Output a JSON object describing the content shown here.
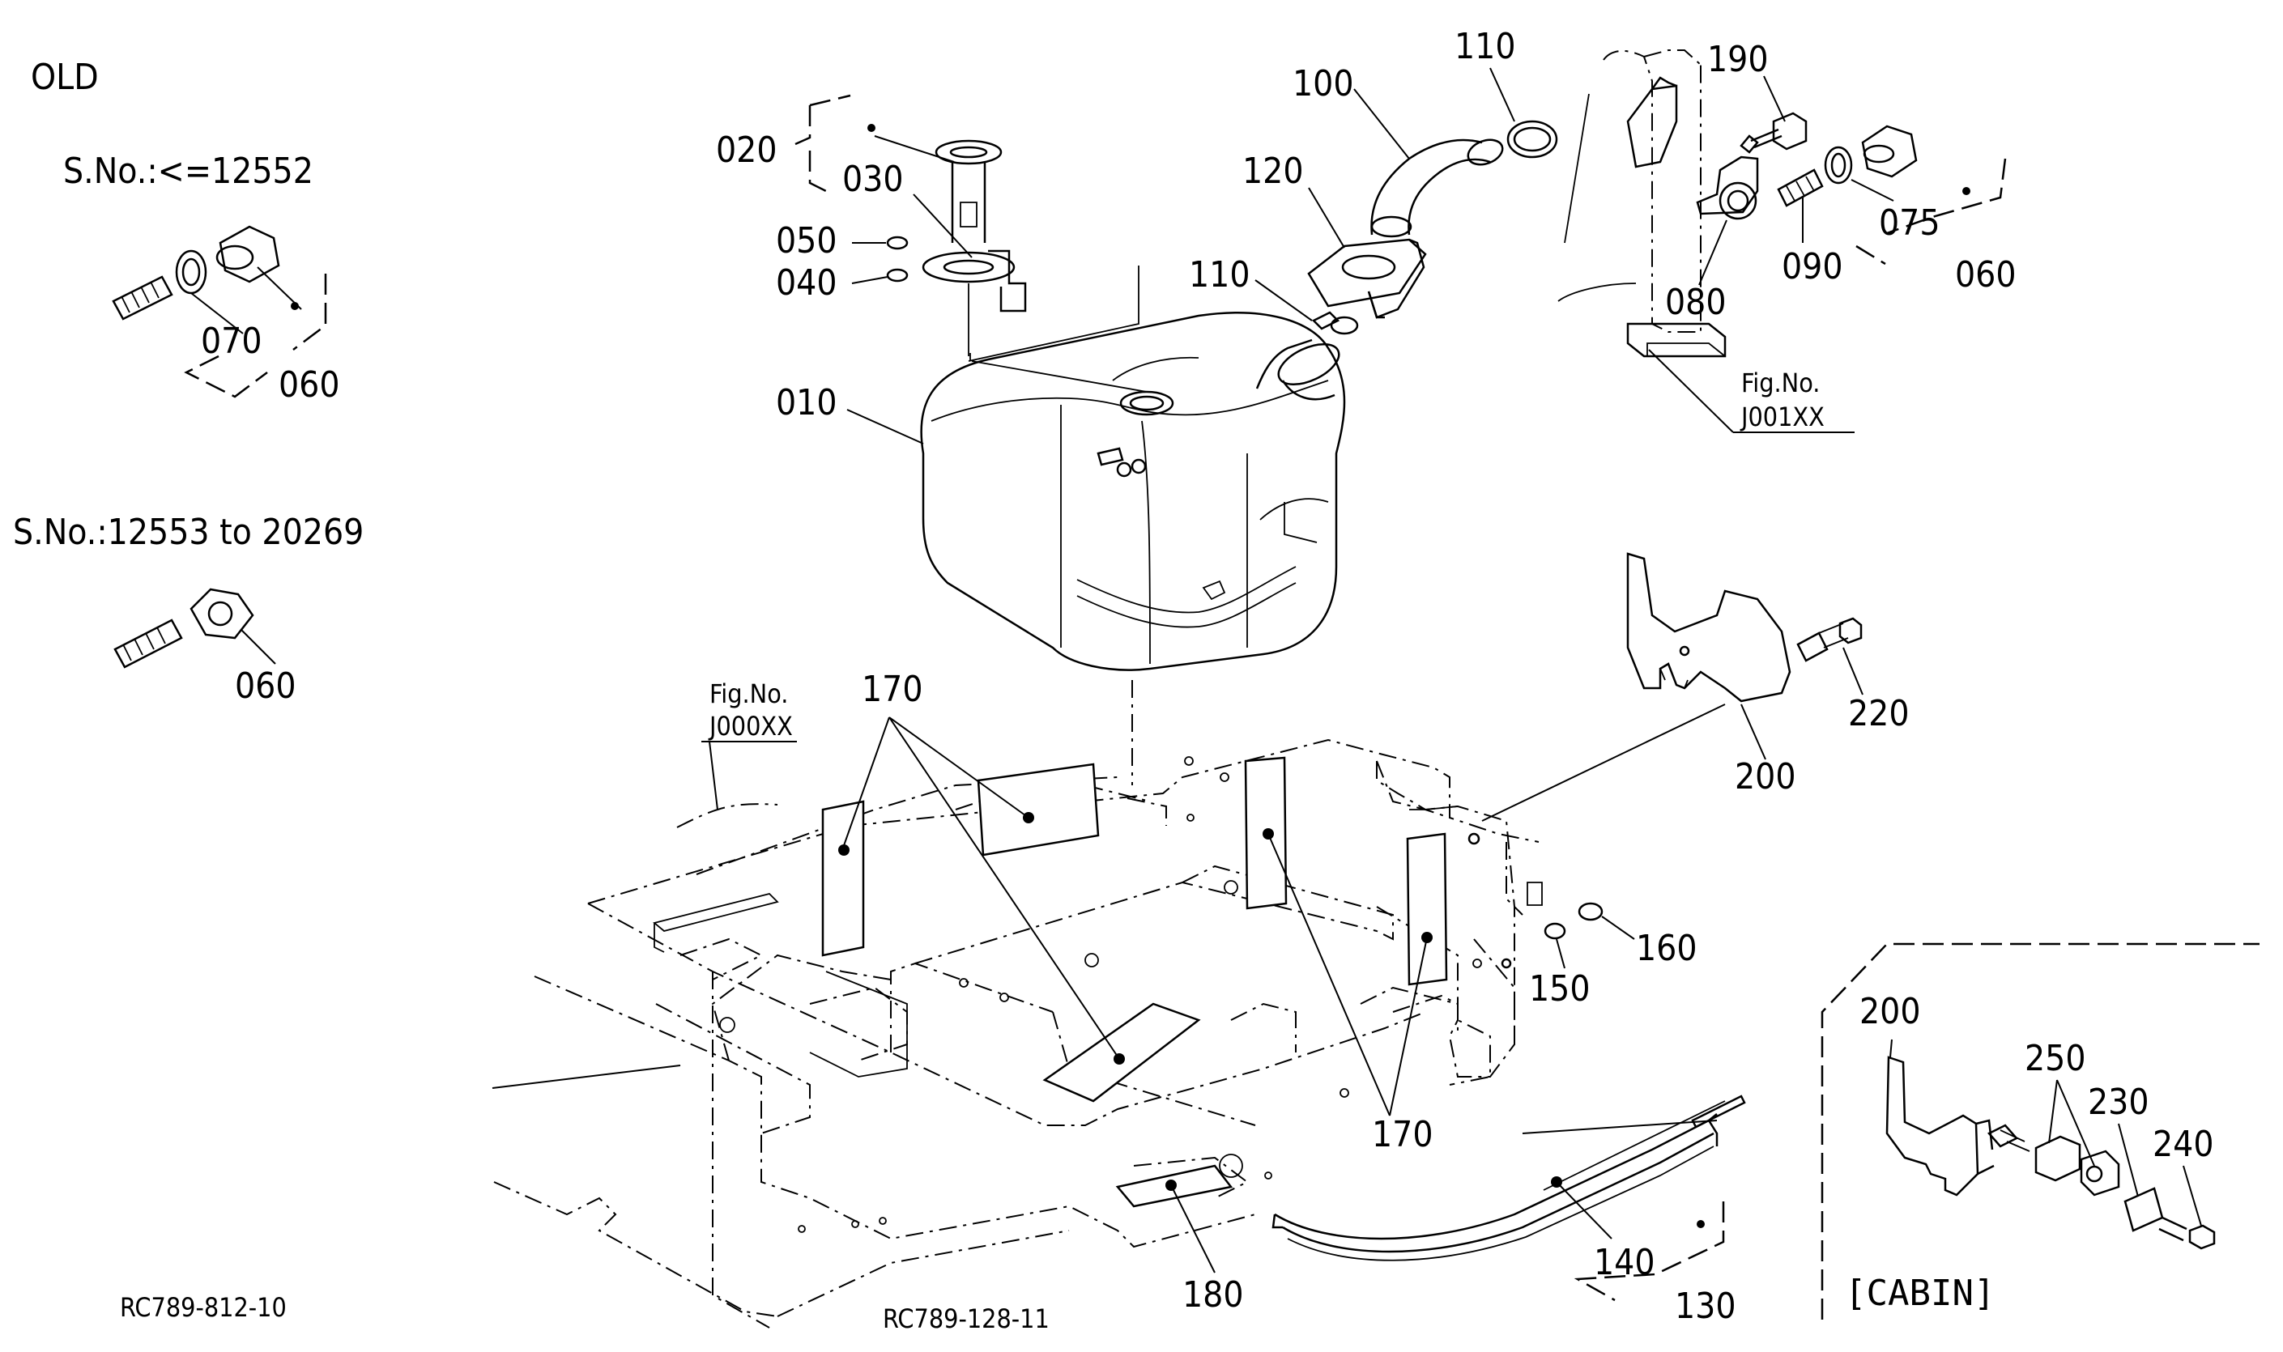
{
  "left_panel": {
    "old_label": "OLD",
    "serial_old": "S.No.:<=12552",
    "serial_mid": "S.No.:12553 to 20269",
    "parts_old": [
      "070",
      "060"
    ],
    "parts_mid": [
      "060"
    ],
    "ref_code": "RC789-812-10"
  },
  "main": {
    "ref_code": "RC789-128-11",
    "fig_ref_1": {
      "title": "Fig.No.",
      "code": "J001XX"
    },
    "fig_ref_2": {
      "title": "Fig.No.",
      "code": "J000XX"
    },
    "parts": {
      "p010": "010",
      "p020": "020",
      "p030": "030",
      "p040": "040",
      "p050": "050",
      "p060": "060",
      "p075": "075",
      "p080": "080",
      "p090": "090",
      "p100": "100",
      "p110a": "110",
      "p110b": "110",
      "p120": "120",
      "p130": "130",
      "p140": "140",
      "p150": "150",
      "p160": "160",
      "p170a": "170",
      "p170b": "170",
      "p180": "180",
      "p190": "190",
      "p200": "200",
      "p220": "220"
    }
  },
  "cabin": {
    "label": "[CABIN]",
    "parts": {
      "p200": "200",
      "p230": "230",
      "p240": "240",
      "p250": "250"
    }
  }
}
